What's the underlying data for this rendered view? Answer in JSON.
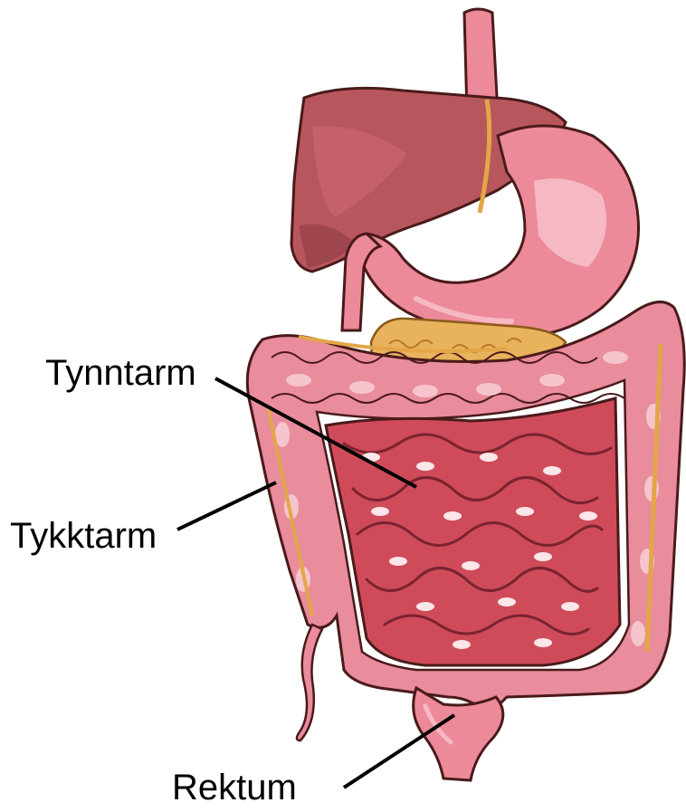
{
  "labels": {
    "small_intestine": "Tynntarm",
    "large_intestine": "Tykktarm",
    "rectum": "Rektum"
  },
  "colors": {
    "outline": "#4a1a1a",
    "liver": "#b8565e",
    "liver_shadow": "#8e3b44",
    "stomach": "#ec8a99",
    "stomach_light": "#f6b9c3",
    "colon": "#e98c9c",
    "colon_light": "#f6c4cd",
    "small_intestine": "#cf4b5a",
    "small_intestine_dark": "#a23240",
    "highlight": "#fbe6ea",
    "fat": "#e3a648",
    "pancreas": "#e9b25c",
    "label_line": "#000000"
  }
}
